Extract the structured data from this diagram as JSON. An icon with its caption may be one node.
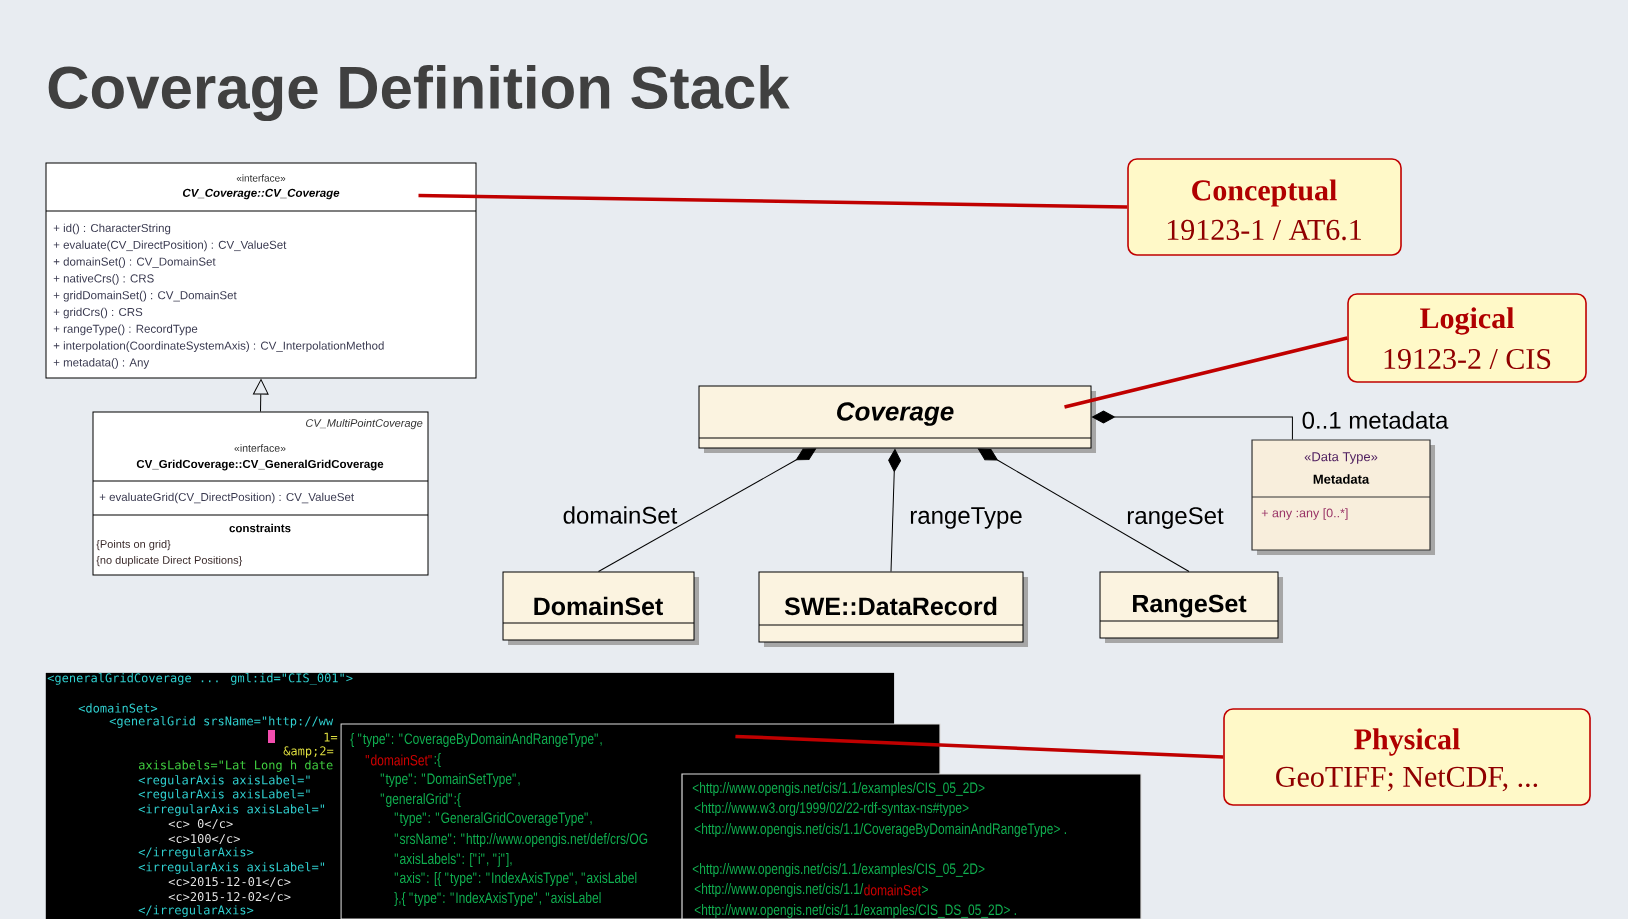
{
  "diagram": {
    "title": "Coverage Definition Stack",
    "nodes": [
      {
        "text": [
          "«interface»",
          "CV_Coverage::CV_Coverage",
          "+ id() : CharacterString",
          "+ evaluate(CV_DirectPosition) : CV_ValueSet",
          "+ domainSet() : CV_DomainSet",
          "+ nativeCrs() : CRS",
          "+ gridDomainSet() : CV_DomainSet",
          "+ gridCrs() : CRS",
          "+ rangeType() : RecordType",
          "+ interpolation(CoordinateSystemAxis) : CV_InterpolationMethod",
          "+ metadata() : Any"
        ]
      },
      {
        "text": [
          "Conceptual",
          "19123-1 / AT6.1"
        ]
      },
      {
        "text": [
          "CV_MultiPointCoverage",
          "«interface»",
          "CV_GridCoverage::CV_GeneralGridCoverage",
          "+ evaluateGrid(CV_DirectPosition) : CV_ValueSet",
          "constraints",
          "{Points on grid}",
          "{no duplicate Direct Positions}"
        ]
      },
      {
        "text": [
          "Logical",
          "19123-2 / CIS"
        ]
      },
      {
        "text": [
          "Coverage"
        ]
      },
      {
        "text": [
          "«Data Type»",
          "Metadata",
          "+ any :any [0..*]"
        ]
      },
      {
        "text": [
          "DomainSet"
        ]
      },
      {
        "text": [
          "SWE::DataRecord"
        ]
      },
      {
        "text": [
          "RangeSet"
        ]
      },
      {
        "text": [
          "<generalGridCoverage ... gml:id=\"CIS_001\">",
          "<domainSet>",
          "<generalGrid srsName=\"http://ww",
          "1=",
          "&amp;2=",
          "axisLabels=\"Lat Long h date",
          "<regularAxis axisLabel=\"",
          "<regularAxis axisLabel=\"",
          "<irregularAxis axisLabel=\"",
          "<c> 0</c>",
          "<c>100</c>",
          "</irregularAxis>",
          "<irregularAxis axisLabel=\"",
          "<c>2015-12-01</c>",
          "<c>2015-12-02</c>",
          "</irregularAxis>"
        ]
      },
      {
        "text": [
          "{ \"type\": \"CoverageByDomainAndRangeType\",",
          "\"domainSet\"",
          ":{",
          "\"type\": \"DomainSetType\",",
          "\"generalGrid\":{",
          "\"type\": \"GeneralGridCoverageType\",",
          "\"srsName\": \"http://www.opengis.net/def/crs/OG",
          "\"axisLabels\": [\"i\", \"j\"],",
          "\"axis\": [{ \"type\": \"IndexAxisType\", \"axisLabel",
          "},{ \"type\": \"IndexAxisType\", \"axisLabel"
        ]
      },
      {
        "text": [
          "<http://www.opengis.net/cis/1.1/examples/CIS_05_2D>",
          "<http://www.w3.org/1999/02/22-rdf-syntax-ns#type>",
          "<http://www.opengis.net/cis/1.1/CoverageByDomainAndRangeType> .",
          "<http://www.opengis.net/cis/1.1/examples/CIS_05_2D>",
          "<http://www.opengis.net/cis/1.1/",
          "domainSet",
          ">",
          "<http://www.opengis.net/cis/1.1/examples/CIS_DS_05_2D> ."
        ]
      },
      {
        "text": [
          "Physical",
          "GeoTIFF; NetCDF, ..."
        ]
      }
    ],
    "edges": [
      {
        "from": 1,
        "to": 0,
        "arrow": "none",
        "style": "thick",
        "color": "#c00000"
      },
      {
        "from": 2,
        "to": 0,
        "arrow": "to"
      },
      {
        "from": 3,
        "to": 4,
        "arrow": "none",
        "style": "thick",
        "color": "#c00000"
      },
      {
        "from": 5,
        "to": 4,
        "arrow": "other",
        "label": "0..1 metadata"
      },
      {
        "from": 6,
        "to": 4,
        "arrow": "other",
        "label": "domainSet"
      },
      {
        "from": 7,
        "to": 4,
        "arrow": "other",
        "label": "rangeType"
      },
      {
        "from": 8,
        "to": 4,
        "arrow": "other",
        "label": "rangeSet"
      },
      {
        "from": 12,
        "to": 10,
        "arrow": "none",
        "style": "thick",
        "color": "#c00000"
      }
    ]
  }
}
